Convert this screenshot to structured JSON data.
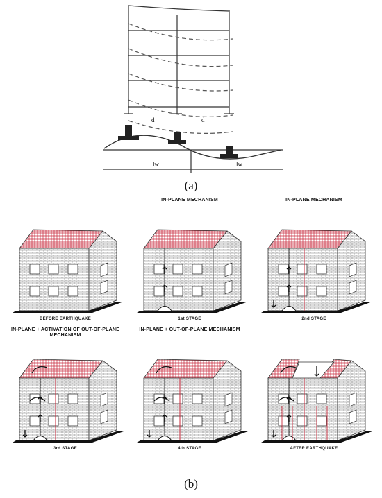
{
  "part_a": {
    "label": "(a)",
    "dim_left": "d",
    "dim_right": "d",
    "wave_left": "lw",
    "wave_right": "lw"
  },
  "part_b": {
    "label": "(b)",
    "panels": [
      {
        "title": "",
        "caption": "BEFORE EARTHQUAKE"
      },
      {
        "title": "IN-PLANE MECHANISM",
        "caption": "1st STAGE"
      },
      {
        "title": "IN-PLANE MECHANISM",
        "caption": "2nd STAGE"
      },
      {
        "title": "IN-PLANE + ACTIVATION OF OUT-OF-PLANE MECHANISM",
        "caption": "3rd STAGE"
      },
      {
        "title": "IN-PLANE + OUT-OF-PLANE MECHANISM",
        "caption": "4th STAGE"
      },
      {
        "title": "",
        "caption": "AFTER EARTHQUAKE"
      }
    ]
  },
  "colors": {
    "roof": "#c8283a",
    "brick": "#777777",
    "ground": "#000000"
  }
}
